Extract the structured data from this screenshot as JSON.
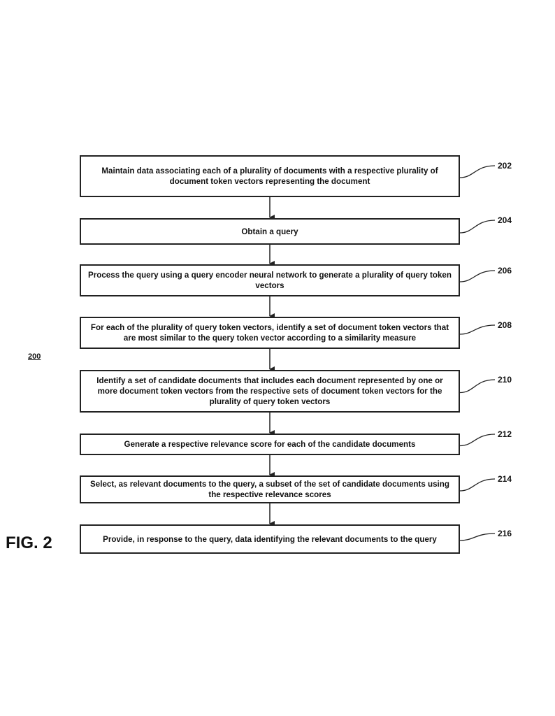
{
  "figure": {
    "label": "FIG. 2",
    "diagram_number": "200"
  },
  "steps": [
    {
      "ref": "202",
      "text": "Maintain data associating each of a plurality of documents with a respective plurality of document token vectors representing the document"
    },
    {
      "ref": "204",
      "text": "Obtain a query"
    },
    {
      "ref": "206",
      "text": "Process the query using a query encoder neural network to generate a plurality of query token vectors"
    },
    {
      "ref": "208",
      "text": "For each of the plurality of query token vectors, identify a set of document token vectors that are most similar to the query token vector according to a similarity measure"
    },
    {
      "ref": "210",
      "text": "Identify a set of candidate documents that includes each document represented by one or more document token vectors from the respective sets of document token vectors for the plurality of query token vectors"
    },
    {
      "ref": "212",
      "text": "Generate a respective relevance score for each of the candidate documents"
    },
    {
      "ref": "214",
      "text": "Select, as relevant documents to the query, a subset of the set of candidate documents using the respective relevance scores"
    },
    {
      "ref": "216",
      "text": "Provide, in response to the query, data identifying the relevant documents to the query"
    }
  ]
}
